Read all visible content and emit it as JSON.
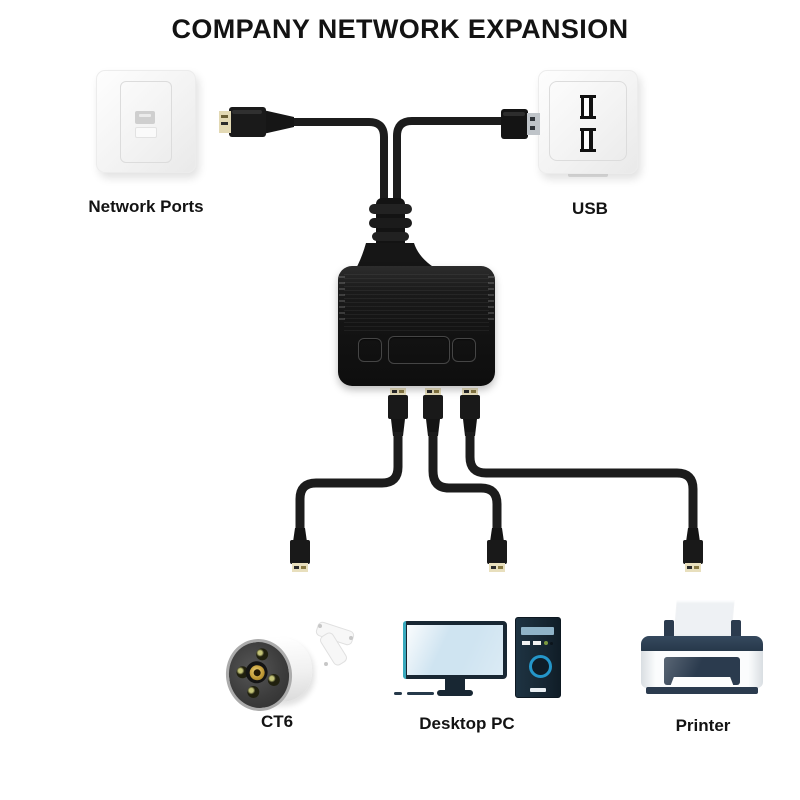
{
  "title": "COMPANY NETWORK EXPANSION",
  "nodes": {
    "network_ports": {
      "label": "Network Ports",
      "icon": "wall-ethernet-outlet"
    },
    "usb": {
      "label": "USB",
      "icon": "usb-wall-outlet"
    },
    "splitter": {
      "icon": "network-splitter-device",
      "uplinks": [
        "rj45-plug",
        "usb-plug"
      ],
      "downlinks": 3
    },
    "ct6": {
      "label": "CT6",
      "icon": "security-camera"
    },
    "desktop_pc": {
      "label": "Desktop PC",
      "icon": "desktop-computer"
    },
    "printer": {
      "label": "Printer",
      "icon": "printer"
    }
  },
  "colors": {
    "background": "#ffffff",
    "text": "#131313",
    "cable_black": "#1c1c1c",
    "device_black": "#141414",
    "gold_contact": "#e6d9a8",
    "usb_metal": "#bfc4c9",
    "wall_plate": "#f5f5f5",
    "pc_navy": "#182733",
    "pc_screen_blue": "#cfe4f1",
    "pc_power_ring": "#2496c9",
    "printer_navy": "#2b3b4e",
    "camera_lens_gold": "#c9a43e"
  }
}
